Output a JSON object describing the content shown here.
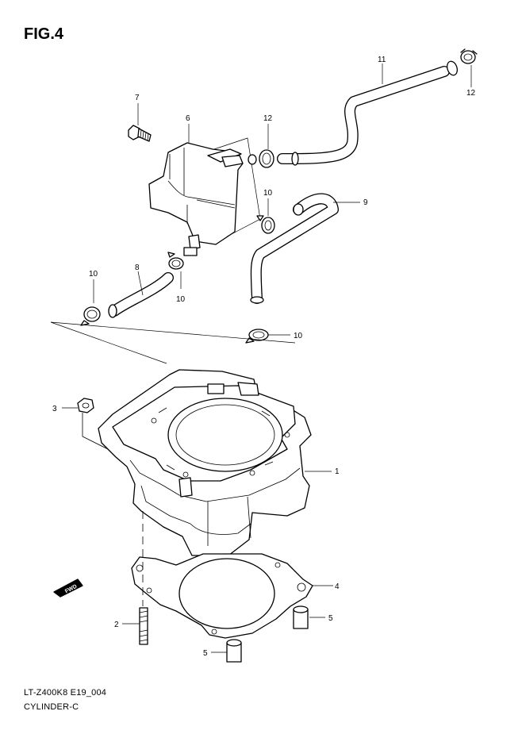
{
  "figure": {
    "title": "FIG.4"
  },
  "footer": {
    "code": "LT-Z400K8 E19_004",
    "name": "CYLINDER-C"
  },
  "direction_badge": {
    "text": "FWD"
  },
  "callouts": [
    {
      "part": "1",
      "label": "1"
    },
    {
      "part": "2",
      "label": "2"
    },
    {
      "part": "3",
      "label": "3"
    },
    {
      "part": "4",
      "label": "4"
    },
    {
      "part": "5",
      "label": "5"
    },
    {
      "part": "5",
      "label": "5"
    },
    {
      "part": "6",
      "label": "6"
    },
    {
      "part": "7",
      "label": "7"
    },
    {
      "part": "8",
      "label": "8"
    },
    {
      "part": "9",
      "label": "9"
    },
    {
      "part": "10",
      "label": "10"
    },
    {
      "part": "10",
      "label": "10"
    },
    {
      "part": "10",
      "label": "10"
    },
    {
      "part": "10",
      "label": "10"
    },
    {
      "part": "11",
      "label": "11"
    },
    {
      "part": "12",
      "label": "12"
    },
    {
      "part": "12",
      "label": "12"
    }
  ]
}
